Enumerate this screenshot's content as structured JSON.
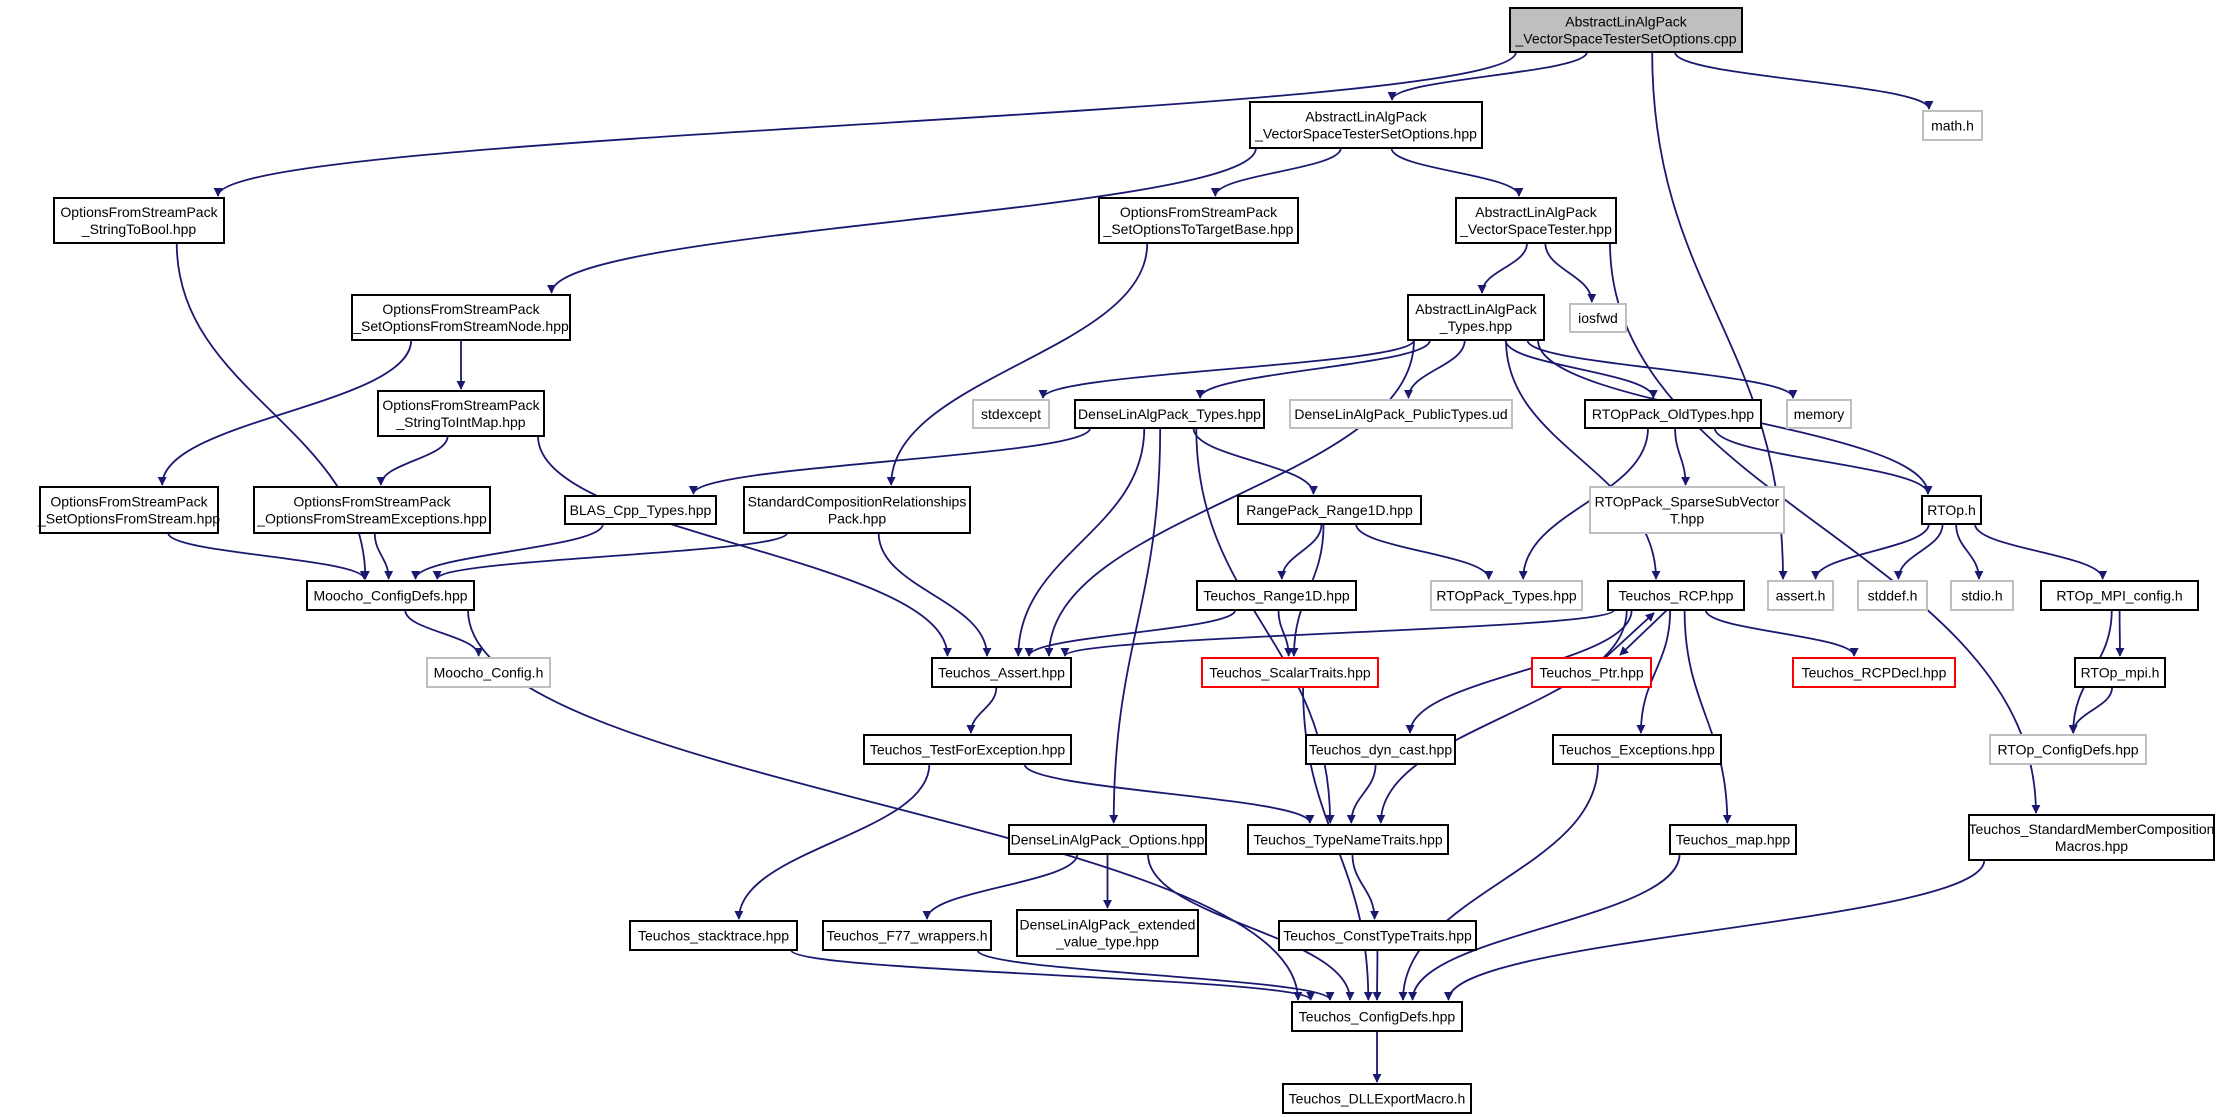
{
  "colors": {
    "edge": "#191970",
    "root_fill": "#bfbfbf",
    "normal_stroke": "#000000",
    "external_stroke": "#bfbfbf",
    "truncated_stroke": "#ff0000"
  },
  "nodes": {
    "root": {
      "lines": [
        "AbstractLinAlgPack",
        "_VectorSpaceTesterSetOptions.cpp"
      ],
      "kind": "root"
    },
    "math_h": {
      "lines": [
        "math.h"
      ],
      "kind": "external"
    },
    "vst_setopts_hpp": {
      "lines": [
        "AbstractLinAlgPack",
        "_VectorSpaceTesterSetOptions.hpp"
      ],
      "kind": "normal"
    },
    "string_to_bool": {
      "lines": [
        "OptionsFromStreamPack",
        "_StringToBool.hpp"
      ],
      "kind": "normal"
    },
    "set_opts_target": {
      "lines": [
        "OptionsFromStreamPack",
        "_SetOptionsToTargetBase.hpp"
      ],
      "kind": "normal"
    },
    "vst_hpp": {
      "lines": [
        "AbstractLinAlgPack",
        "_VectorSpaceTester.hpp"
      ],
      "kind": "normal"
    },
    "set_opts_node": {
      "lines": [
        "OptionsFromStreamPack",
        "_SetOptionsFromStreamNode.hpp"
      ],
      "kind": "normal"
    },
    "ala_types": {
      "lines": [
        "AbstractLinAlgPack",
        "_Types.hpp"
      ],
      "kind": "normal"
    },
    "iosfwd": {
      "lines": [
        "iosfwd"
      ],
      "kind": "external"
    },
    "string_to_int_map": {
      "lines": [
        "OptionsFromStreamPack",
        "_StringToIntMap.hpp"
      ],
      "kind": "normal"
    },
    "stdexcept": {
      "lines": [
        "stdexcept"
      ],
      "kind": "external"
    },
    "dla_types": {
      "lines": [
        "DenseLinAlgPack_Types.hpp"
      ],
      "kind": "normal"
    },
    "dla_public_types": {
      "lines": [
        "DenseLinAlgPack_PublicTypes.ud"
      ],
      "kind": "external"
    },
    "rtop_oldtypes": {
      "lines": [
        "RTOpPack_OldTypes.hpp"
      ],
      "kind": "normal"
    },
    "memory": {
      "lines": [
        "memory"
      ],
      "kind": "external"
    },
    "set_opts_stream": {
      "lines": [
        "OptionsFromStreamPack",
        "_SetOptionsFromStream.hpp"
      ],
      "kind": "normal"
    },
    "opts_exceptions": {
      "lines": [
        "OptionsFromStreamPack",
        "_OptionsFromStreamExceptions.hpp"
      ],
      "kind": "normal"
    },
    "blas_cpp_types": {
      "lines": [
        "BLAS_Cpp_Types.hpp"
      ],
      "kind": "normal"
    },
    "std_comp_rel": {
      "lines": [
        "StandardCompositionRelationships",
        "Pack.hpp"
      ],
      "kind": "normal"
    },
    "rangepack_range1d": {
      "lines": [
        "RangePack_Range1D.hpp"
      ],
      "kind": "normal"
    },
    "rtop_sparse": {
      "lines": [
        "RTOpPack_SparseSubVector",
        "T.hpp"
      ],
      "kind": "external"
    },
    "rtop_h": {
      "lines": [
        "RTOp.h"
      ],
      "kind": "normal"
    },
    "moocho_configdefs": {
      "lines": [
        "Moocho_ConfigDefs.hpp"
      ],
      "kind": "normal"
    },
    "teuchos_range1d": {
      "lines": [
        "Teuchos_Range1D.hpp"
      ],
      "kind": "normal"
    },
    "rtoppack_types": {
      "lines": [
        "RTOpPack_Types.hpp"
      ],
      "kind": "external"
    },
    "teuchos_rcp": {
      "lines": [
        "Teuchos_RCP.hpp"
      ],
      "kind": "normal"
    },
    "assert_h": {
      "lines": [
        "assert.h"
      ],
      "kind": "external"
    },
    "stddef_h": {
      "lines": [
        "stddef.h"
      ],
      "kind": "external"
    },
    "stdio_h": {
      "lines": [
        "stdio.h"
      ],
      "kind": "external"
    },
    "rtop_mpi_config": {
      "lines": [
        "RTOp_MPI_config.h"
      ],
      "kind": "normal"
    },
    "moocho_config_h": {
      "lines": [
        "Moocho_Config.h"
      ],
      "kind": "external"
    },
    "teuchos_assert": {
      "lines": [
        "Teuchos_Assert.hpp"
      ],
      "kind": "normal"
    },
    "teuchos_scalartraits": {
      "lines": [
        "Teuchos_ScalarTraits.hpp"
      ],
      "kind": "truncated"
    },
    "teuchos_ptr": {
      "lines": [
        "Teuchos_Ptr.hpp"
      ],
      "kind": "truncated"
    },
    "teuchos_rcpdecl": {
      "lines": [
        "Teuchos_RCPDecl.hpp"
      ],
      "kind": "truncated"
    },
    "rtop_mpi_h": {
      "lines": [
        "RTOp_mpi.h"
      ],
      "kind": "normal"
    },
    "teuchos_testforexc": {
      "lines": [
        "Teuchos_TestForException.hpp"
      ],
      "kind": "normal"
    },
    "teuchos_dyncast": {
      "lines": [
        "Teuchos_dyn_cast.hpp"
      ],
      "kind": "normal"
    },
    "teuchos_exceptions": {
      "lines": [
        "Teuchos_Exceptions.hpp"
      ],
      "kind": "normal"
    },
    "rtop_configdefs": {
      "lines": [
        "RTOp_ConfigDefs.hpp"
      ],
      "kind": "external"
    },
    "dla_options": {
      "lines": [
        "DenseLinAlgPack_Options.hpp"
      ],
      "kind": "normal"
    },
    "teuchos_typenametraits": {
      "lines": [
        "Teuchos_TypeNameTraits.hpp"
      ],
      "kind": "normal"
    },
    "teuchos_map": {
      "lines": [
        "Teuchos_map.hpp"
      ],
      "kind": "normal"
    },
    "teuchos_stdmember": {
      "lines": [
        "Teuchos_StandardMemberComposition",
        "Macros.hpp"
      ],
      "kind": "normal"
    },
    "teuchos_stacktrace": {
      "lines": [
        "Teuchos_stacktrace.hpp"
      ],
      "kind": "normal"
    },
    "teuchos_f77": {
      "lines": [
        "Teuchos_F77_wrappers.h"
      ],
      "kind": "normal"
    },
    "dla_extended": {
      "lines": [
        "DenseLinAlgPack_extended",
        "_value_type.hpp"
      ],
      "kind": "normal"
    },
    "teuchos_consttypetraits": {
      "lines": [
        "Teuchos_ConstTypeTraits.hpp"
      ],
      "kind": "normal"
    },
    "teuchos_configdefs": {
      "lines": [
        "Teuchos_ConfigDefs.hpp"
      ],
      "kind": "normal"
    },
    "teuchos_dllexport": {
      "lines": [
        "Teuchos_DLLExportMacro.h"
      ],
      "kind": "normal"
    }
  },
  "edges": [
    [
      "root",
      "vst_setopts_hpp"
    ],
    [
      "root",
      "string_to_bool"
    ],
    [
      "root",
      "math_h"
    ],
    [
      "root",
      "assert_h"
    ],
    [
      "vst_setopts_hpp",
      "set_opts_node"
    ],
    [
      "vst_setopts_hpp",
      "set_opts_target"
    ],
    [
      "vst_setopts_hpp",
      "vst_hpp"
    ],
    [
      "string_to_bool",
      "moocho_configdefs"
    ],
    [
      "set_opts_target",
      "std_comp_rel"
    ],
    [
      "vst_hpp",
      "ala_types"
    ],
    [
      "vst_hpp",
      "iosfwd"
    ],
    [
      "vst_hpp",
      "teuchos_stdmember"
    ],
    [
      "set_opts_node",
      "string_to_int_map"
    ],
    [
      "set_opts_node",
      "set_opts_stream"
    ],
    [
      "string_to_int_map",
      "opts_exceptions"
    ],
    [
      "string_to_int_map",
      "teuchos_assert"
    ],
    [
      "ala_types",
      "stdexcept"
    ],
    [
      "ala_types",
      "dla_types"
    ],
    [
      "ala_types",
      "dla_public_types"
    ],
    [
      "ala_types",
      "rtop_oldtypes"
    ],
    [
      "ala_types",
      "memory"
    ],
    [
      "ala_types",
      "rtop_h"
    ],
    [
      "ala_types",
      "teuchos_rcp"
    ],
    [
      "ala_types",
      "teuchos_assert"
    ],
    [
      "dla_types",
      "blas_cpp_types"
    ],
    [
      "dla_types",
      "rangepack_range1d"
    ],
    [
      "dla_types",
      "teuchos_assert"
    ],
    [
      "dla_types",
      "dla_options"
    ],
    [
      "dla_types",
      "teuchos_typenametraits"
    ],
    [
      "rtop_oldtypes",
      "rtop_sparse"
    ],
    [
      "rtop_oldtypes",
      "rtop_h"
    ],
    [
      "rtop_oldtypes",
      "rtoppack_types"
    ],
    [
      "set_opts_stream",
      "moocho_configdefs"
    ],
    [
      "opts_exceptions",
      "moocho_configdefs"
    ],
    [
      "blas_cpp_types",
      "moocho_configdefs"
    ],
    [
      "std_comp_rel",
      "moocho_configdefs"
    ],
    [
      "std_comp_rel",
      "teuchos_assert"
    ],
    [
      "rangepack_range1d",
      "teuchos_range1d"
    ],
    [
      "rangepack_range1d",
      "rtoppack_types"
    ],
    [
      "rangepack_range1d",
      "teuchos_scalartraits"
    ],
    [
      "rtop_h",
      "assert_h"
    ],
    [
      "rtop_h",
      "stddef_h"
    ],
    [
      "rtop_h",
      "stdio_h"
    ],
    [
      "rtop_h",
      "rtop_mpi_config"
    ],
    [
      "moocho_configdefs",
      "moocho_config_h"
    ],
    [
      "moocho_configdefs",
      "teuchos_configdefs"
    ],
    [
      "teuchos_range1d",
      "teuchos_assert"
    ],
    [
      "teuchos_range1d",
      "teuchos_scalartraits"
    ],
    [
      "teuchos_rcp",
      "teuchos_assert"
    ],
    [
      "teuchos_rcp",
      "teuchos_ptr"
    ],
    [
      "teuchos_rcp",
      "teuchos_rcpdecl"
    ],
    [
      "teuchos_rcp",
      "teuchos_dyncast"
    ],
    [
      "teuchos_rcp",
      "teuchos_typenametraits"
    ],
    [
      "teuchos_rcp",
      "teuchos_exceptions"
    ],
    [
      "teuchos_rcp",
      "teuchos_map"
    ],
    [
      "teuchos_ptr",
      "teuchos_rcp"
    ],
    [
      "rtop_mpi_config",
      "rtop_mpi_h"
    ],
    [
      "rtop_mpi_config",
      "rtop_configdefs"
    ],
    [
      "rtop_mpi_h",
      "rtop_configdefs"
    ],
    [
      "teuchos_assert",
      "teuchos_testforexc"
    ],
    [
      "teuchos_testforexc",
      "teuchos_stacktrace"
    ],
    [
      "teuchos_testforexc",
      "teuchos_typenametraits"
    ],
    [
      "teuchos_scalartraits",
      "teuchos_configdefs"
    ],
    [
      "teuchos_dyncast",
      "teuchos_typenametraits"
    ],
    [
      "teuchos_exceptions",
      "teuchos_configdefs"
    ],
    [
      "dla_options",
      "teuchos_f77"
    ],
    [
      "dla_options",
      "dla_extended"
    ],
    [
      "dla_options",
      "teuchos_configdefs"
    ],
    [
      "teuchos_typenametraits",
      "teuchos_consttypetraits"
    ],
    [
      "teuchos_map",
      "teuchos_configdefs"
    ],
    [
      "teuchos_stdmember",
      "teuchos_configdefs"
    ],
    [
      "teuchos_stacktrace",
      "teuchos_configdefs"
    ],
    [
      "teuchos_f77",
      "teuchos_configdefs"
    ],
    [
      "teuchos_consttypetraits",
      "teuchos_configdefs"
    ],
    [
      "teuchos_configdefs",
      "teuchos_dllexport"
    ]
  ]
}
